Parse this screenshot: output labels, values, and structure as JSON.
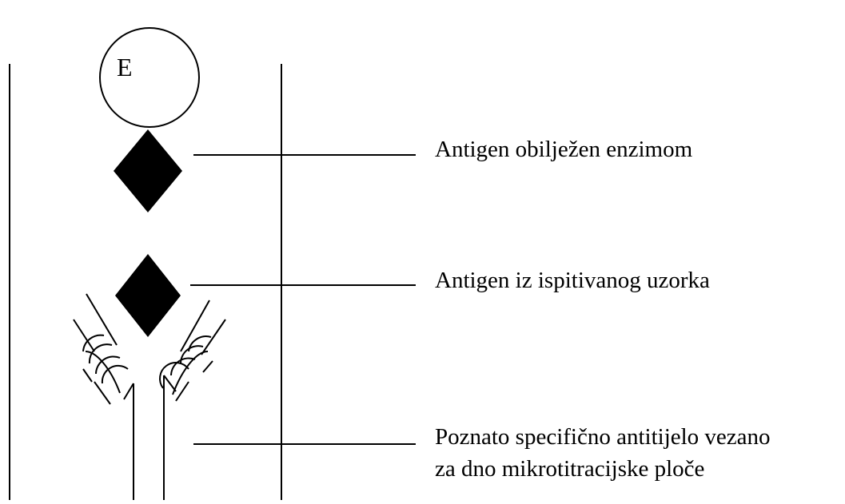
{
  "diagram": {
    "enzyme_letter": "E",
    "labels": {
      "enzyme_labeled_antigen": "Antigen obilježen enzimom",
      "sample_antigen": "Antigen iz ispitivanog uzorka",
      "antibody_line1": "Poznato specifično antitijelo vezano",
      "antibody_line2": "za dno mikrotitracijske ploče"
    }
  }
}
